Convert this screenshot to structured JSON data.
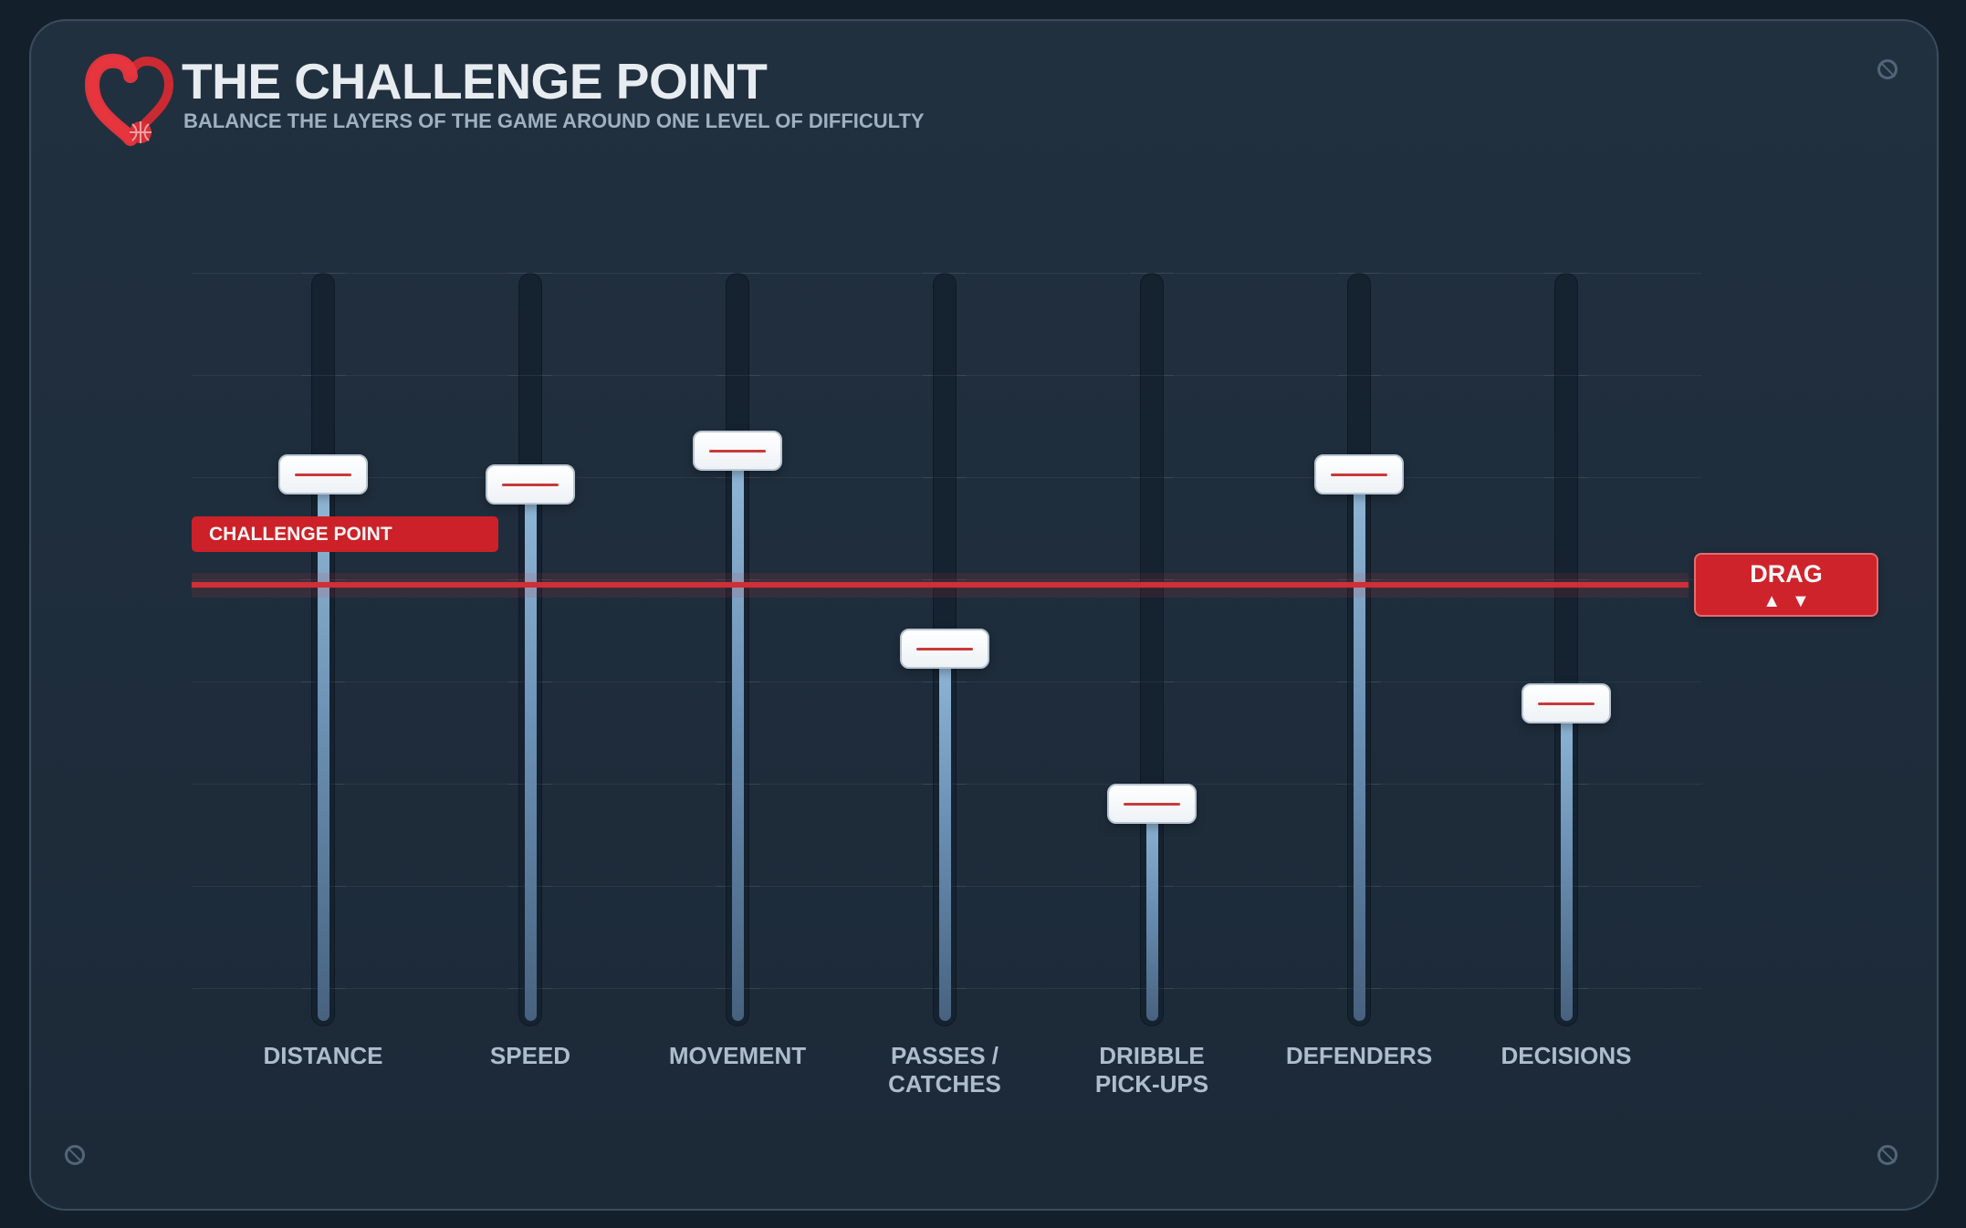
{
  "header": {
    "title": "THE CHALLENGE POINT",
    "subtitle": "BALANCE THE LAYERS OF THE GAME AROUND ONE LEVEL OF DIFFICULTY",
    "logo_icon": "heart-basketball-icon"
  },
  "challenge_point": {
    "label": "CHALLENGE POINT",
    "level_pct": 58.6,
    "drag_label": "DRAG",
    "drag_arrows": "▲▼"
  },
  "sliders": [
    {
      "id": "distance",
      "label": "DISTANCE",
      "level_pct": 73.3
    },
    {
      "id": "speed",
      "label": "SPEED",
      "level_pct": 71.9
    },
    {
      "id": "movement",
      "label": "MOVEMENT",
      "level_pct": 76.4
    },
    {
      "id": "passes-catches",
      "label": "PASSES /\nCATCHES",
      "level_pct": 50.1
    },
    {
      "id": "dribble-pick-ups",
      "label": "DRIBBLE\nPICK-UPS",
      "level_pct": 29.6
    },
    {
      "id": "defenders",
      "label": "DEFENDERS",
      "level_pct": 73.3
    },
    {
      "id": "decisions",
      "label": "DECISIONS",
      "level_pct": 42.8
    }
  ],
  "colors": {
    "background": "#13202b",
    "panel": "#1f2e3d",
    "accent": "#cf232b",
    "track": "#152230",
    "fill": "#6c91b4",
    "knob": "#ffffff",
    "text": "#e7ecf1",
    "muted_text": "#aebdcc"
  }
}
